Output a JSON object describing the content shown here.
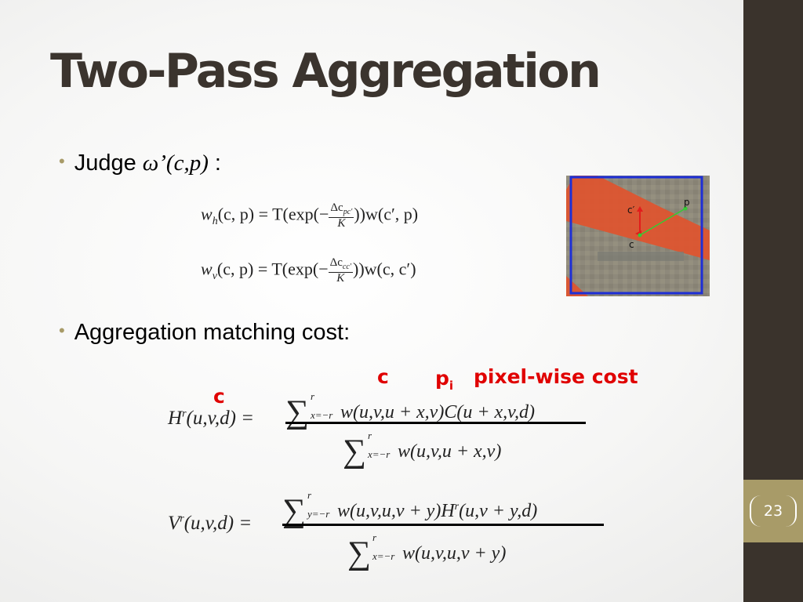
{
  "slide": {
    "title": "Two-Pass Aggregation",
    "page_number": "23"
  },
  "bullets": [
    {
      "text": "Judge ",
      "math": "ω’(c,p)",
      "suffix": " :"
    },
    {
      "text": "Aggregation matching cost:"
    }
  ],
  "equations": {
    "wh_lhs": "w",
    "wh_sub": "h",
    "wh_args": "(c, p) = T(exp(−",
    "wh_num": "Δc",
    "wh_num_sub": "pc′",
    "wh_den": "K",
    "wh_rest": "))w(c′, p)",
    "wv_lhs": "w",
    "wv_sub": "v",
    "wv_args": "(c, p) = T(exp(−",
    "wv_num": "Δc",
    "wv_num_sub": "cc′",
    "wv_den": "K",
    "wv_rest": "))w(c, c′)",
    "h_lhs": "H",
    "h_sup": "r",
    "h_args": "(u,v,d) =",
    "h_num": "w(u,v,u + x,v)C(u + x,v,d)",
    "h_sum_sub_num": "x=−r",
    "h_den": "w(u,v,u + x,v)",
    "h_sum_sub_den": "x=−r",
    "v_lhs": "V",
    "v_sup": "r",
    "v_args": "(u,v,d) =",
    "v_num": "w(u,v,u,v + y)H",
    "v_num_sup": "r",
    "v_num_rest": "(u,v + y,d)",
    "v_sum_sub_num": "y=−r",
    "v_den": "w(u,v,u,v + y)",
    "v_sum_sub_den": "x=−r",
    "sum_sup": "r",
    "sigma": "∑"
  },
  "annotations": {
    "c_top": "c",
    "p": "p",
    "p_sub": "i",
    "pixel_cost": "pixel-wise cost",
    "c_left": "c"
  },
  "figure": {
    "label_c_prime": "c′",
    "label_p": "p",
    "label_c": "c",
    "colors": {
      "stripe": "#e0542e",
      "box": "#1e2fd6",
      "line": "#33cc33",
      "arrow": "#e21c1c"
    }
  }
}
